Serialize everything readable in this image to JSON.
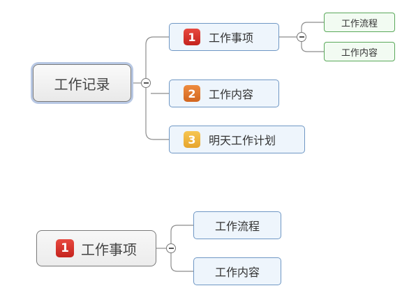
{
  "colors": {
    "badge_1": "#d9322b",
    "badge_2": "#e37a2e",
    "badge_3": "#f1b63d",
    "connector": "#8c8c8c",
    "topic_border": "#6f97c4",
    "subtopic_border": "#5aa95a"
  },
  "map1": {
    "root": "工作记录",
    "topics": [
      {
        "badge": "1",
        "label": "工作事项"
      },
      {
        "badge": "2",
        "label": "工作内容"
      },
      {
        "badge": "3",
        "label": "明天工作计划"
      }
    ],
    "subtopics": [
      "工作流程",
      "工作内容"
    ]
  },
  "map2": {
    "root_badge": "1",
    "root": "工作事项",
    "subtopics": [
      "工作流程",
      "工作内容"
    ]
  },
  "icons": {
    "collapse": "collapse-toggle-icon"
  }
}
